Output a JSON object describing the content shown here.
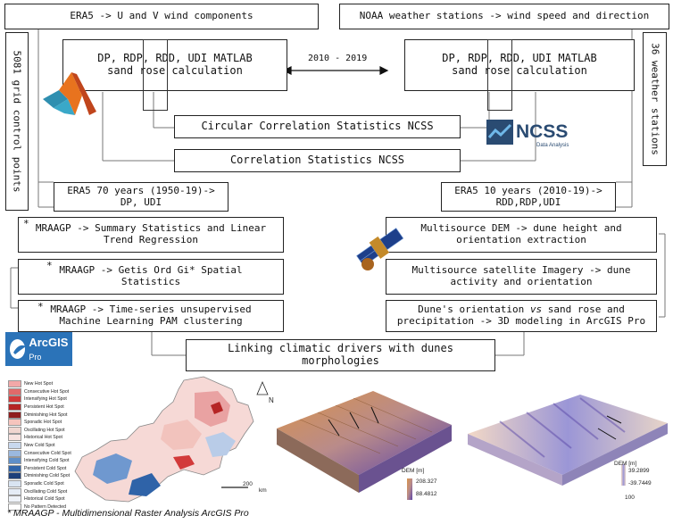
{
  "boxes": {
    "era5_top": "ERA5 -> U and V wind components",
    "noaa_top": "NOAA weather stations -> wind speed and direction",
    "grid_points": "5081 grid control points",
    "weather_stations": "36 weather stations",
    "left_calc_line1": "DP, RDP, RDD, UDI MATLAB",
    "left_calc_line2": "sand rose calculation",
    "right_calc_line1": "DP, RDP, RDD, UDI MATLAB",
    "right_calc_line2": "sand rose calculation",
    "period": "2010 - 2019",
    "circular_corr": "Circular Correlation Statistics NCSS",
    "corr": "Correlation Statistics NCSS",
    "era5_70_line1": "ERA5 70 years (1950-19)->",
    "era5_70_line2": "DP, UDI",
    "era5_10_line1": "ERA5 10 years (2010-19)->",
    "era5_10_line2": "RDD,RDP,UDI",
    "summary_line1": "MRAAGP -> Summary Statistics and Linear",
    "summary_line2": "Trend Regression",
    "getis_line1": "MRAAGP -> Getis Ord Gi* Spatial",
    "getis_line2": "Statistics",
    "pam_line1": "MRAAGP -> Time-series unsupervised",
    "pam_line2": "Machine Learning PAM clustering",
    "dem_line1": "Multisource DEM -> dune height and",
    "dem_line2": "orientation extraction",
    "imagery_line1": "Multisource satellite Imagery -> dune",
    "imagery_line2": "activity and orientation",
    "orientation_line1_a": "Dune's orientation ",
    "orientation_line1_vs": "vs",
    "orientation_line1_b": " sand rose and",
    "orientation_line2": "precipitation -> 3D modeling in ArcGIS Pro",
    "linking": "Linking climatic drivers with dunes morphologies",
    "star": "*"
  },
  "logos": {
    "ncss_name": "NCSS",
    "ncss_sub": "Data Analysis",
    "arcgis_name": "ArcGIS",
    "arcgis_sub": "Pro"
  },
  "legend": [
    {
      "label": "New Hot Spot",
      "color": "#f2a8a8"
    },
    {
      "label": "Consecutive Hot Spot",
      "color": "#e06a6a"
    },
    {
      "label": "Intensifying Hot Spot",
      "color": "#d23a3a"
    },
    {
      "label": "Persistent Hot Spot",
      "color": "#b52525"
    },
    {
      "label": "Diminishing Hot Spot",
      "color": "#8f1d1d"
    },
    {
      "label": "Sporadic Hot Spot",
      "color": "#f6c4bd"
    },
    {
      "label": "Oscillating Hot Spot",
      "color": "#f0d6d0"
    },
    {
      "label": "Historical Hot Spot",
      "color": "#f7e3e0"
    },
    {
      "label": "New Cold Spot",
      "color": "#c8d8ee"
    },
    {
      "label": "Consecutive Cold Spot",
      "color": "#9ab8df"
    },
    {
      "label": "Intensifying Cold Spot",
      "color": "#5f8fc8"
    },
    {
      "label": "Persistent Cold Spot",
      "color": "#2f63a8"
    },
    {
      "label": "Diminishing Cold Spot",
      "color": "#1d3f7a"
    },
    {
      "label": "Sporadic Cold Spot",
      "color": "#d9e4f2"
    },
    {
      "label": "Oscillating Cold Spot",
      "color": "#e5ecf6"
    },
    {
      "label": "Historical Cold Spot",
      "color": "#eef2f8"
    },
    {
      "label": "No Pattern Detected",
      "color": "#ffffff"
    }
  ],
  "map": {
    "scale_value": "200",
    "scale_unit": "km",
    "north": "N"
  },
  "dem1": {
    "title": "DEM [m]",
    "max": "208.327",
    "min": "88.4812"
  },
  "dem2": {
    "title": "DEM [m]",
    "max": "39.2899",
    "min": "-39.7449",
    "scale_value": "100"
  },
  "footnote": "* MRAAGP - Multidimensional Raster Analysis ArcGIS Pro"
}
